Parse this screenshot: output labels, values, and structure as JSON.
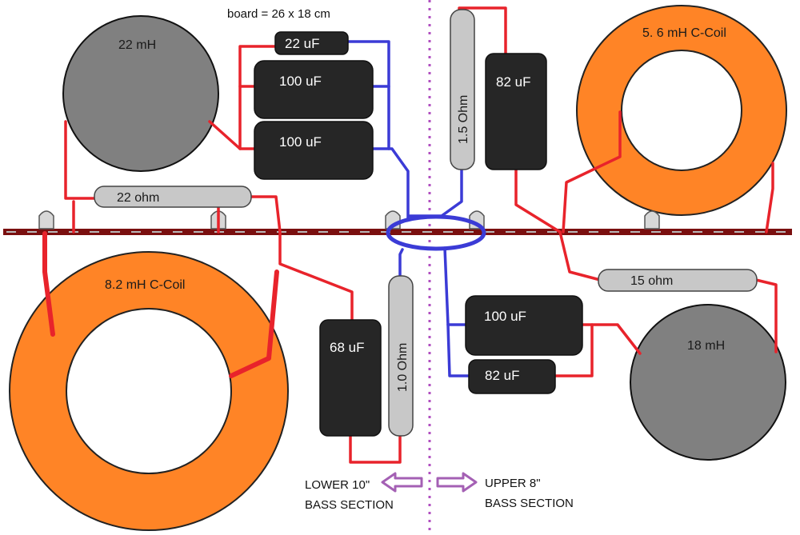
{
  "board_label": "board = 26 x 18 cm",
  "inductors": {
    "l_22mh": "22 mH",
    "l_5_6mh": "5. 6 mH C-Coil",
    "l_8_2mh": "8.2 mH C-Coil",
    "l_18mh": "18 mH"
  },
  "capacitors": {
    "c_22uf": "22 uF",
    "c_100uf_a": "100 uF",
    "c_100uf_b": "100 uF",
    "c_82uf_top": "82 uF",
    "c_68uf": "68 uF",
    "c_100uf_low": "100 uF",
    "c_82uf_low": "82 uF"
  },
  "resistors": {
    "r_22ohm": "22 ohm",
    "r_1_5ohm": "1.5 Ohm",
    "r_15ohm": "15 ohm",
    "r_1_0ohm": "1.0 Ohm"
  },
  "sections": {
    "lower_line1": "LOWER 10\"",
    "lower_line2": "BASS SECTION",
    "upper_line1": "UPPER 8\"",
    "upper_line2": "BASS SECTION"
  },
  "colors": {
    "coil_orange": "#ff8426",
    "core_gray": "#808080",
    "cap_black": "#262626",
    "resistor_gray": "#c8c8c8",
    "wire_red": "#e8232b",
    "wire_blue": "#3b3bd6",
    "bus_maroon": "#7a0f0f",
    "divider_purple": "#b04fc0",
    "arrow_purple": "#a460b4"
  }
}
